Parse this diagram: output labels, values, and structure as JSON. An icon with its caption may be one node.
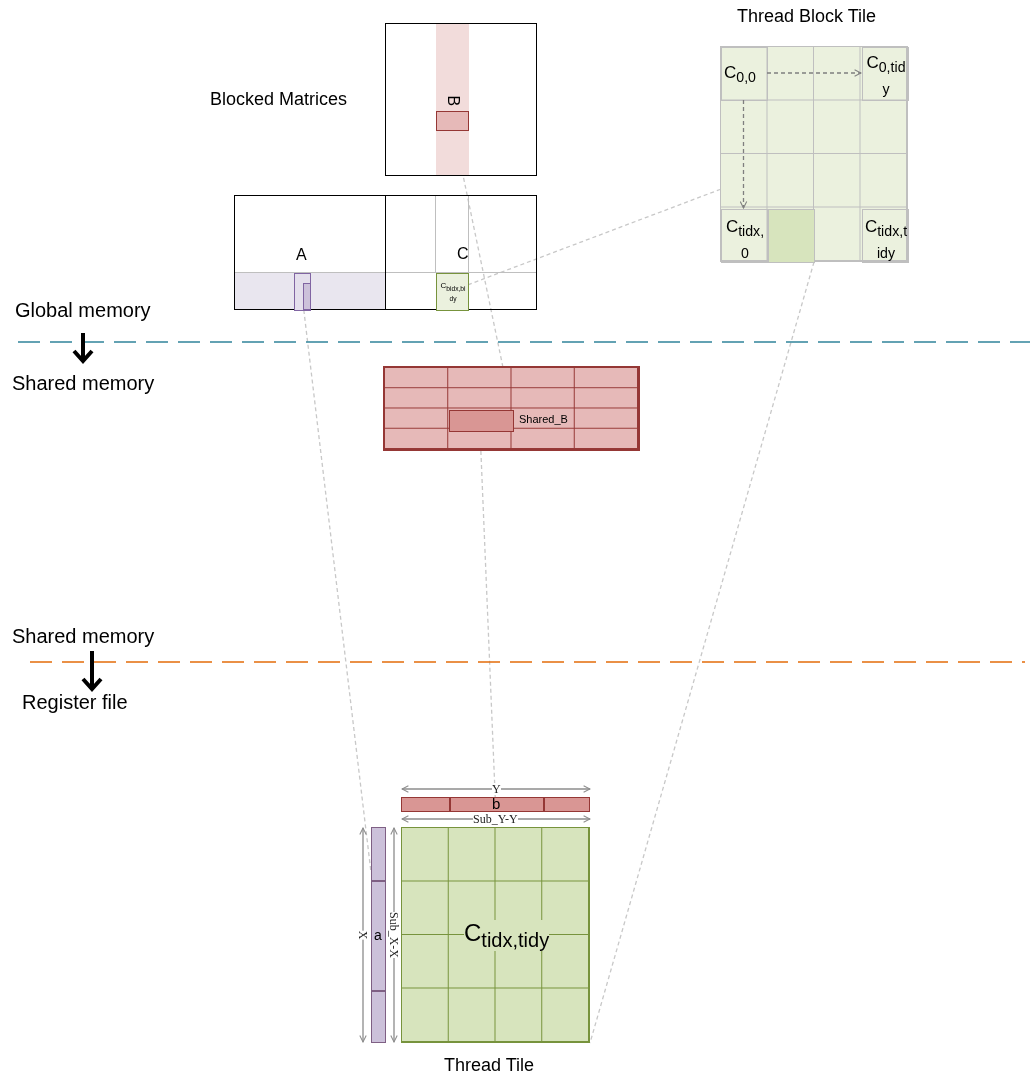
{
  "diagram": {
    "nodes": [
      {
        "text": [
          "B"
        ]
      },
      {
        "text": [],
        "shape": "box",
        "in": 0
      },
      {
        "text": [
          "Thread Block Tile"
        ]
      },
      {
        "text": [
          "C$_{0,0}$"
        ],
        "in": 2
      },
      {
        "text": [
          "C$_{0,tidy}$"
        ],
        "in": 2
      },
      {
        "text": [],
        "shape": "box",
        "in": 2
      },
      {
        "text": [
          "C$_{tidx,0}$"
        ],
        "in": 2
      },
      {
        "text": [
          "C$_{tidx,tidy}$"
        ],
        "in": 2
      },
      {
        "text": [
          "A"
        ]
      },
      {
        "text": [],
        "shape": "box",
        "in": 8
      },
      {
        "text": [
          "C"
        ]
      },
      {
        "text": [
          "C$_{bidx,bidy}$"
        ],
        "in": 10
      },
      {
        "text": [
          "Shared_B"
        ]
      },
      {
        "text": [],
        "shape": "box",
        "in": 12
      },
      {
        "text": [
          "b"
        ]
      },
      {
        "text": [
          "a"
        ]
      },
      {
        "text": [
          "C$_{tidx,tidy}$",
          "Thread Tile"
        ]
      }
    ],
    "edges": [
      {
        "from": 3,
        "to": 4,
        "arrow": "to",
        "style": "dashed",
        "color": "#7f7f7f"
      },
      {
        "from": 3,
        "to": 6,
        "arrow": "to",
        "style": "dashed",
        "color": "#7f7f7f"
      },
      {
        "from": 1,
        "to": 12,
        "arrow": "none",
        "style": "dashed"
      },
      {
        "from": 11,
        "to": 2,
        "arrow": "none",
        "style": "dashed"
      },
      {
        "from": 13,
        "to": 14,
        "arrow": "none",
        "style": "dashed"
      },
      {
        "from": 9,
        "to": 15,
        "arrow": "none",
        "style": "dashed"
      },
      {
        "from": 5,
        "to": 16,
        "arrow": "none",
        "style": "dashed"
      }
    ],
    "labels": [
      "Blocked Matrices",
      "Global memory",
      "Shared memory",
      "Shared memory",
      "Register file",
      "Y",
      "Sub_Y-Y",
      "X",
      "Sub_X-X"
    ]
  }
}
